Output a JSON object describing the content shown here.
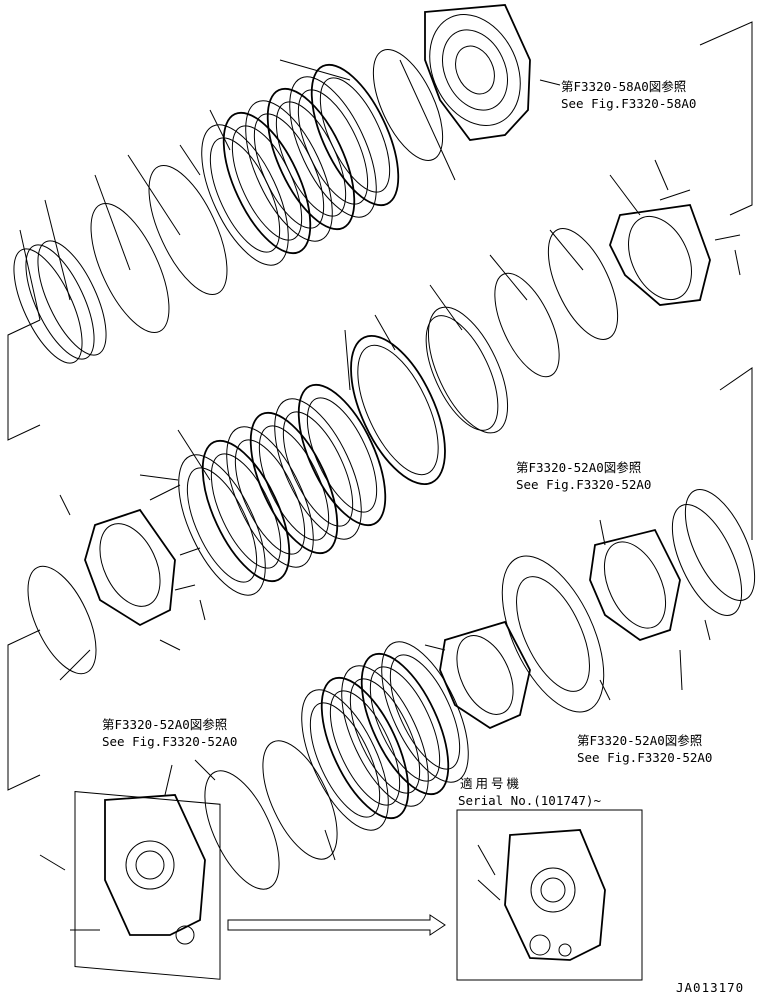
{
  "references": {
    "ref_58a0_jp": "第F3320-58A0図参照",
    "ref_58a0_en": "See Fig.F3320-58A0",
    "ref_52a0_right_jp": "第F3320-52A0図参照",
    "ref_52a0_right_en": "See Fig.F3320-52A0",
    "ref_52a0_mid_jp": "第F3320-52A0図参照",
    "ref_52a0_mid_en": "See Fig.F3320-52A0",
    "ref_52a0_left_jp": "第F3320-52A0図参照",
    "ref_52a0_left_en": "See Fig.F3320-52A0"
  },
  "serial": {
    "jp": "適用号機",
    "en": "Serial No.(101747)~"
  },
  "drawing_number": "JA013170"
}
